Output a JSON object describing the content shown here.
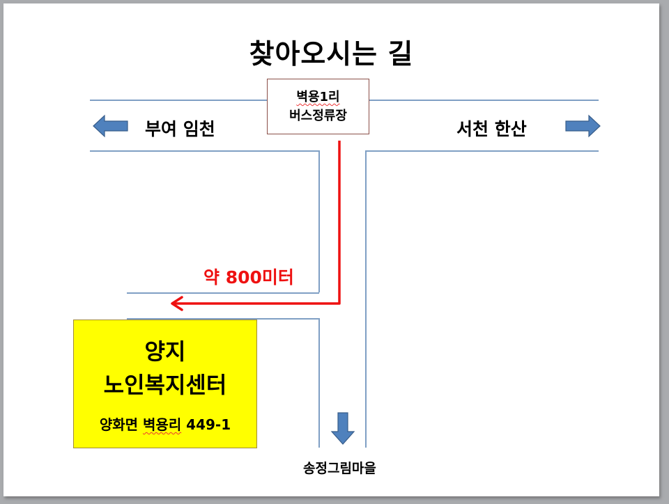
{
  "title": "찾아오시는 길",
  "bus_stop": {
    "line1": "벽용1리",
    "line2": "버스정류장"
  },
  "directions": {
    "left": {
      "label": "부여 임천",
      "icon": "arrow-left-icon"
    },
    "right": {
      "label": "서천 한산",
      "icon": "arrow-right-icon"
    },
    "down": {
      "label": "송정그림마을",
      "icon": "arrow-down-icon"
    }
  },
  "route": {
    "distance_label": "약 800미터",
    "color": "#ee1111"
  },
  "destination": {
    "name_line1": "양지",
    "name_line2": "노인복지센터",
    "address_prefix": "양화면 ",
    "address_village": "벽용리",
    "address_number": " 449-1",
    "background_color": "#ffff00"
  },
  "colors": {
    "road_line": "#7f9fc4",
    "arrow_fill": "#4f81bd",
    "arrow_stroke": "#385d8a"
  }
}
